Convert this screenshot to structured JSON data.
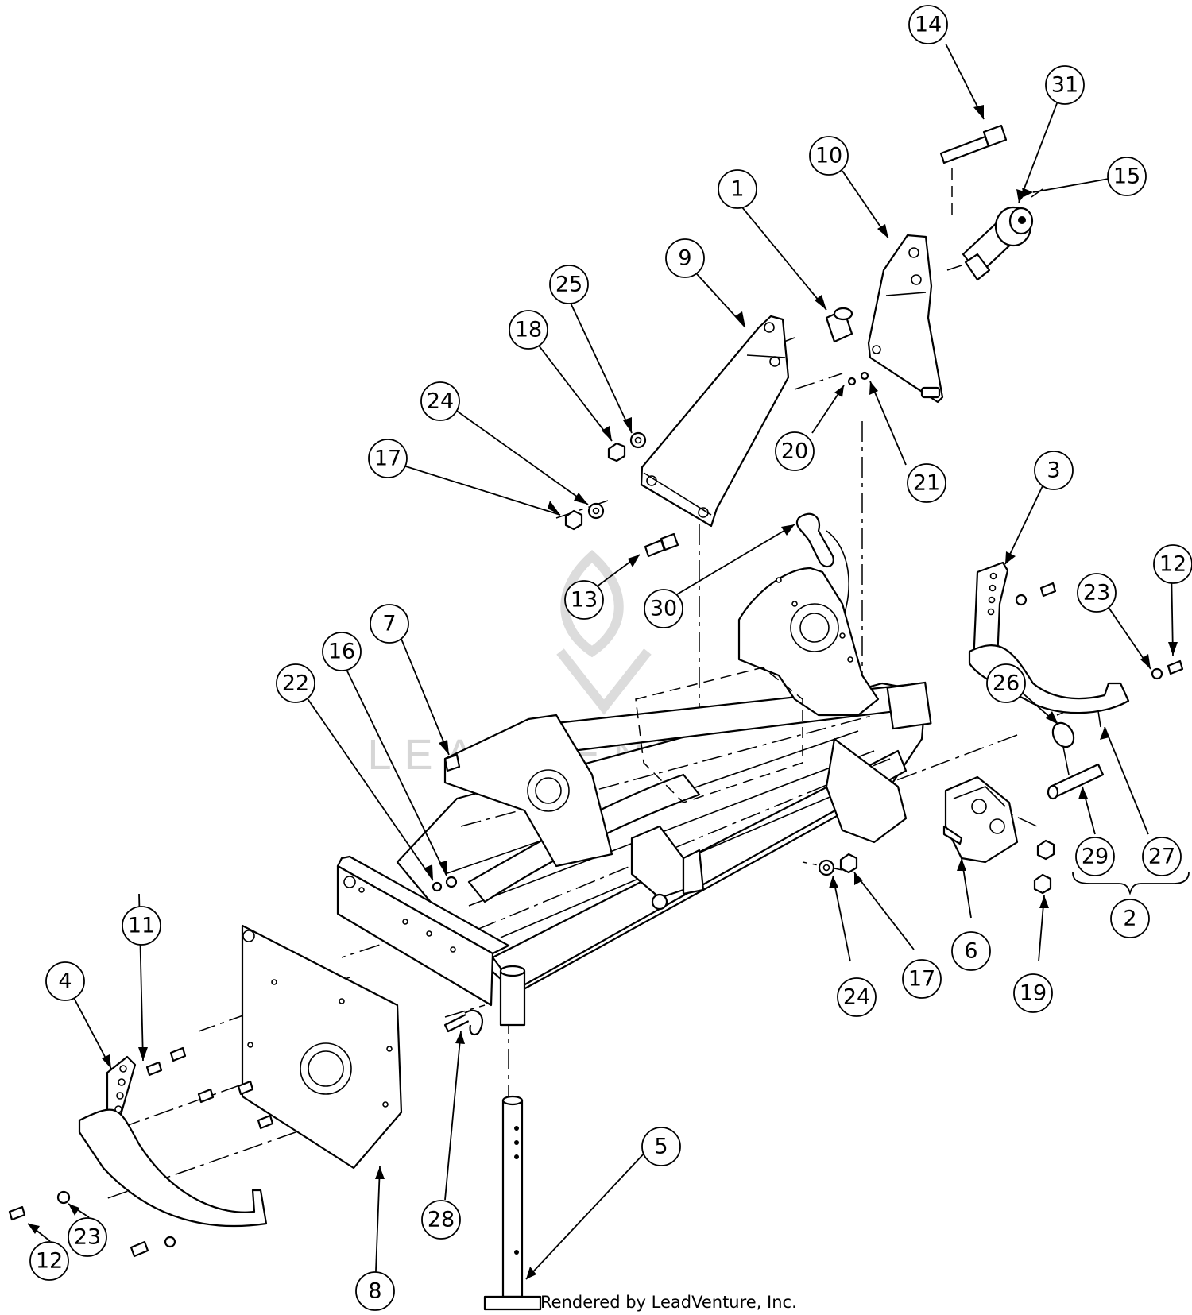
{
  "watermark": {
    "text": "LEADVENTURE"
  },
  "credit": "Rendered by LeadVenture, Inc.",
  "bracket_group": "2",
  "callouts": [
    {
      "id": "c14",
      "label": "14"
    },
    {
      "id": "c31",
      "label": "31"
    },
    {
      "id": "c15",
      "label": "15"
    },
    {
      "id": "c10",
      "label": "10"
    },
    {
      "id": "c1",
      "label": "1"
    },
    {
      "id": "c9",
      "label": "9"
    },
    {
      "id": "c25",
      "label": "25"
    },
    {
      "id": "c18",
      "label": "18"
    },
    {
      "id": "c24a",
      "label": "24"
    },
    {
      "id": "c17a",
      "label": "17"
    },
    {
      "id": "c20",
      "label": "20"
    },
    {
      "id": "c21",
      "label": "21"
    },
    {
      "id": "c3",
      "label": "3"
    },
    {
      "id": "c12a",
      "label": "12"
    },
    {
      "id": "c23a",
      "label": "23"
    },
    {
      "id": "c13",
      "label": "13"
    },
    {
      "id": "c30",
      "label": "30"
    },
    {
      "id": "c7",
      "label": "7"
    },
    {
      "id": "c16",
      "label": "16"
    },
    {
      "id": "c22",
      "label": "22"
    },
    {
      "id": "c26",
      "label": "26"
    },
    {
      "id": "c29",
      "label": "29"
    },
    {
      "id": "c27",
      "label": "27"
    },
    {
      "id": "c2",
      "label": "2"
    },
    {
      "id": "c6",
      "label": "6"
    },
    {
      "id": "c24b",
      "label": "24"
    },
    {
      "id": "c17b",
      "label": "17"
    },
    {
      "id": "c19",
      "label": "19"
    },
    {
      "id": "c11",
      "label": "11"
    },
    {
      "id": "c4",
      "label": "4"
    },
    {
      "id": "c5",
      "label": "5"
    },
    {
      "id": "c28",
      "label": "28"
    },
    {
      "id": "c23b",
      "label": "23"
    },
    {
      "id": "c12b",
      "label": "12"
    },
    {
      "id": "c8",
      "label": "8"
    }
  ]
}
